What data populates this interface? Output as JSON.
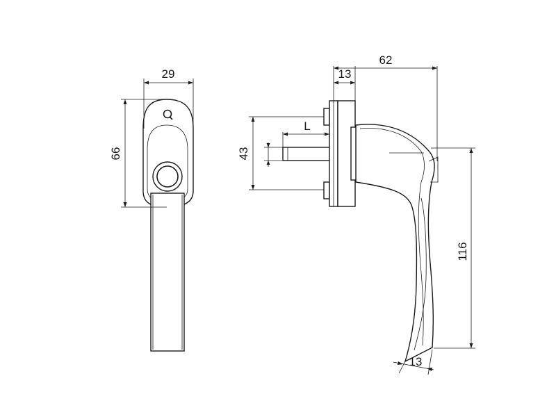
{
  "dimensions": {
    "front_width": "29",
    "front_height": "66",
    "rosette_depth": "13",
    "overall_depth": "62",
    "screw_spacing": "43",
    "spindle_length": "L",
    "handle_length": "116",
    "tip_width": "13"
  },
  "colors": {
    "stroke": "#1a1a1a",
    "background": "#ffffff"
  }
}
